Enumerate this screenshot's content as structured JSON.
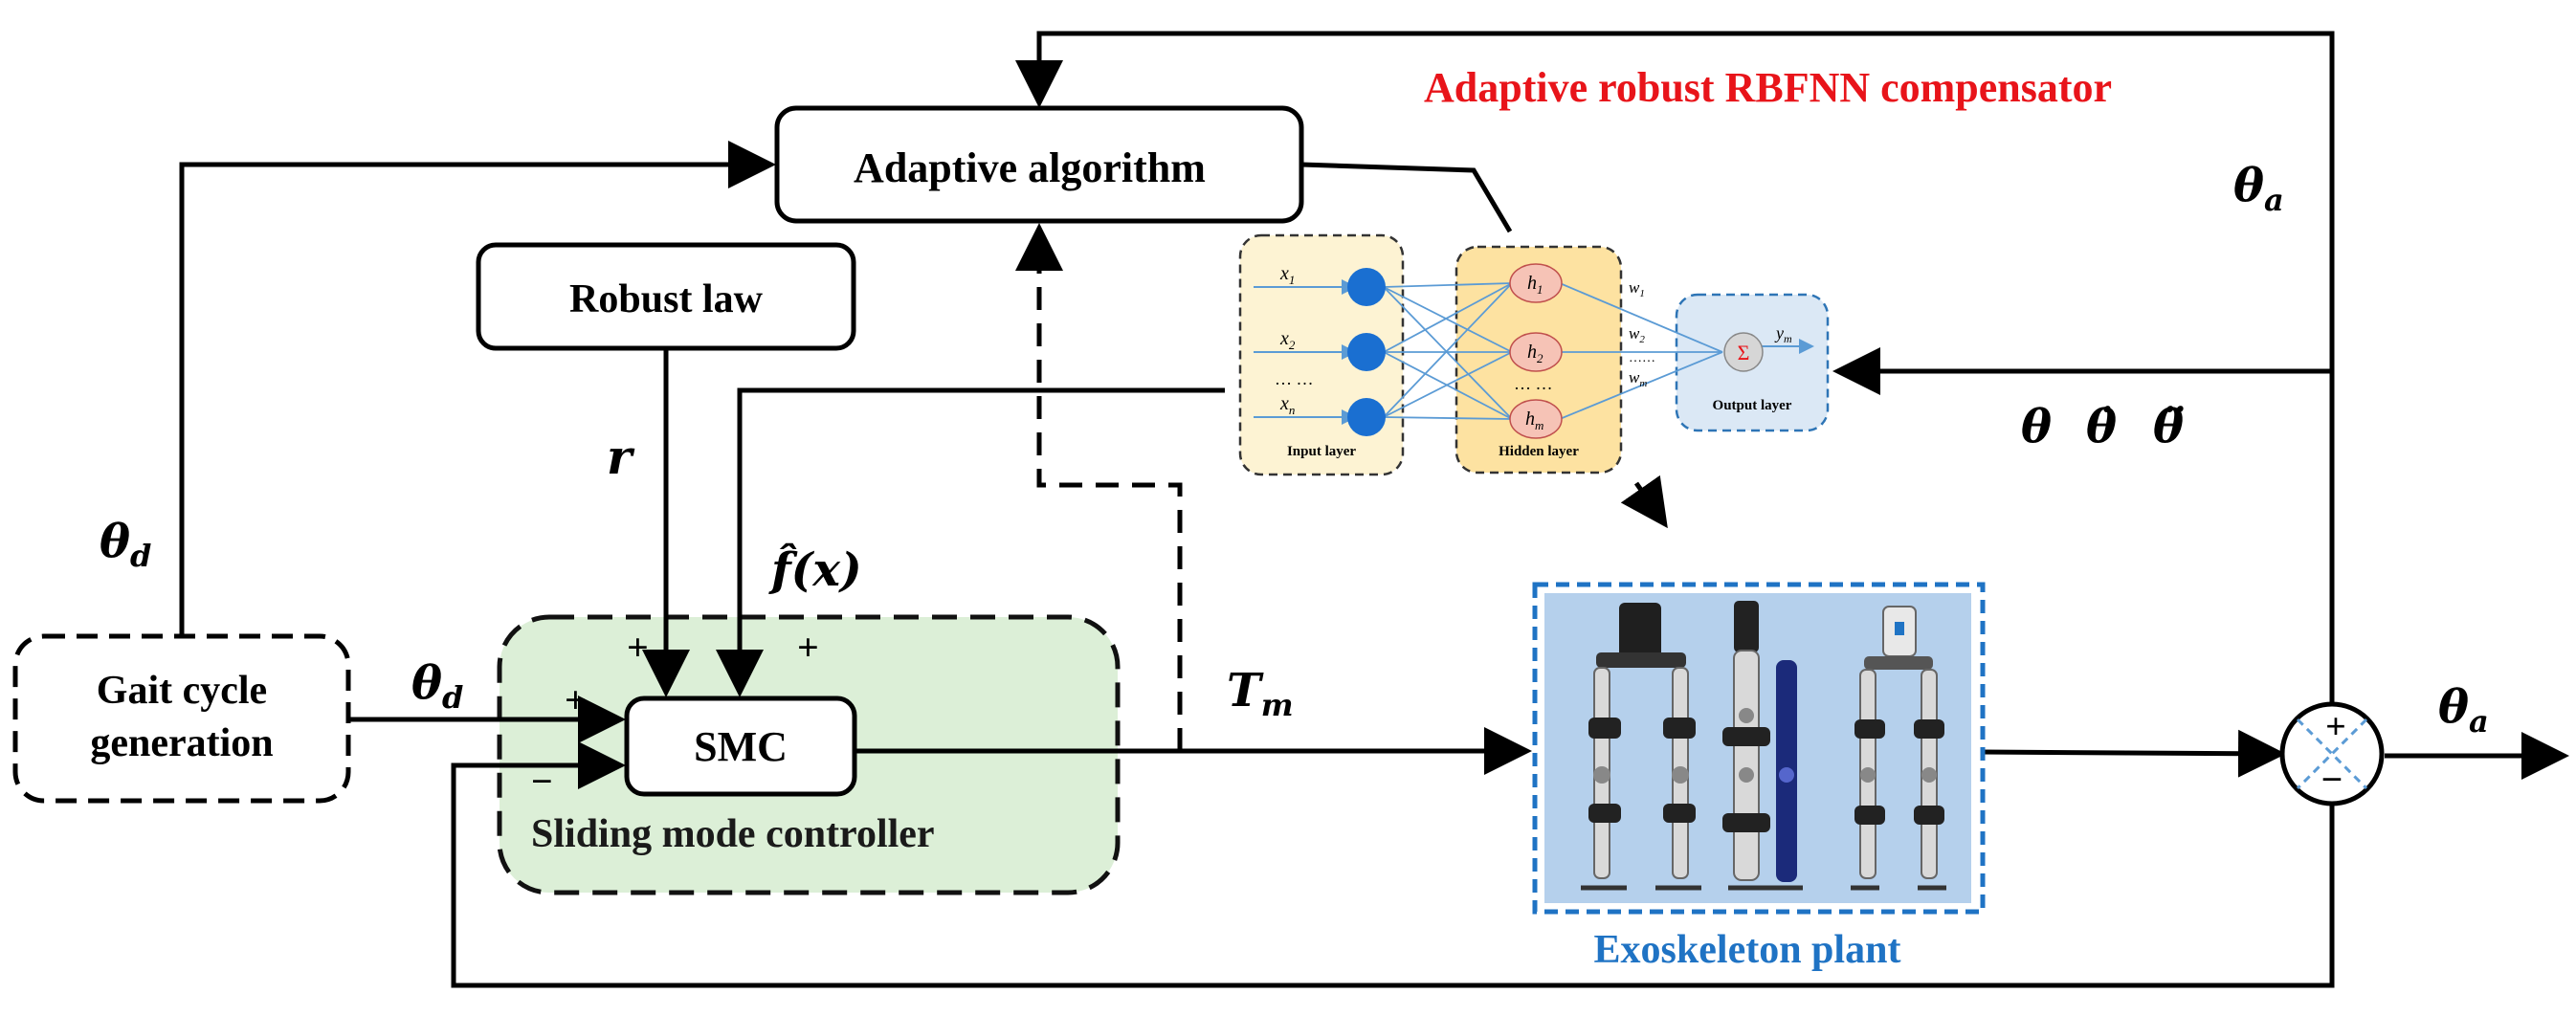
{
  "blocks": {
    "adaptive_algorithm": "Adaptive algorithm",
    "robust_law": "Robust law",
    "smc": "SMC",
    "gait_cycle_line1": "Gait cycle",
    "gait_cycle_line2": "generation",
    "sliding_mode_controller": "Sliding mode controller",
    "exoskeleton_plant": "Exoskeleton plant"
  },
  "titles": {
    "compensator": "Adaptive robust RBFNN compensator"
  },
  "signals": {
    "theta_d_left": "θ",
    "theta_d_left_sub": "d",
    "theta_d_mid": "θ",
    "theta_d_mid_sub": "d",
    "theta_a_top": "θ",
    "theta_a_top_sub": "a",
    "theta_a_out": "θ",
    "theta_a_out_sub": "a",
    "theta_state": "θ",
    "theta_dot": "θ̇",
    "theta_ddot": "θ̈",
    "r": "r",
    "f_hat": "f̂(x)",
    "tm": "T",
    "tm_sub": "m"
  },
  "signs": {
    "smc_left_plus": "+",
    "smc_left_minus": "−",
    "smc_top_plus_1": "+",
    "smc_top_plus_2": "+",
    "sum_plus": "+",
    "sum_minus": "−"
  },
  "nn": {
    "inputs": [
      "x",
      "x",
      "x"
    ],
    "input_subs": [
      "1",
      "2",
      "n"
    ],
    "input_dots": "… …",
    "hidden": [
      "h",
      "h",
      "h"
    ],
    "hidden_subs": [
      "1",
      "2",
      "m"
    ],
    "hidden_dots": "… …",
    "weights": [
      "w",
      "w",
      "w"
    ],
    "weight_subs": [
      "1",
      "2",
      "m"
    ],
    "weight_dots": "……",
    "output_symbol": "Σ",
    "output_label": "y",
    "output_sub": "m",
    "input_layer": "Input layer",
    "hidden_layer": "Hidden layer",
    "output_layer": "Output layer"
  },
  "colors": {
    "line": "#000000",
    "title_red": "#e8141a",
    "exo_blue": "#1f73c4",
    "smc_green_bg": "#dcefd7",
    "input_layer_bg": "#fdf3d3",
    "hidden_layer_bg": "#fde2a1",
    "output_layer_bg": "#dbe8f5",
    "node_blue": "#1a6fd1",
    "hidden_node": "#f6c3b6",
    "nn_edge": "#5b9bd5",
    "plant_bg": "#b5d0ec"
  }
}
